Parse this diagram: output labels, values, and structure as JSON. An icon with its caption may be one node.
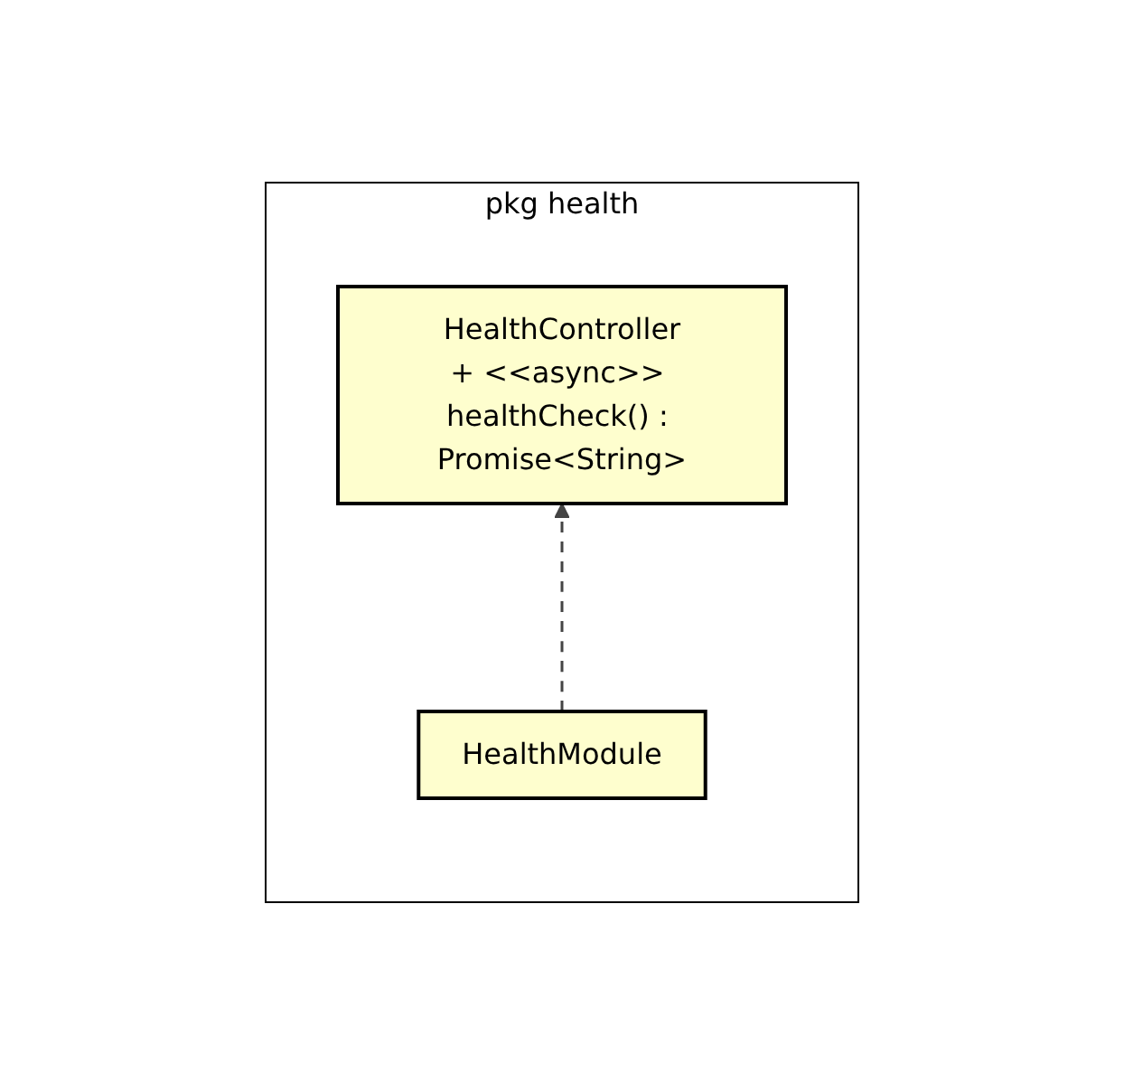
{
  "diagram": {
    "nodes": [
      {
        "text": [
          "pkg health"
        ]
      },
      {
        "text": [
          "HealthController",
          "+ <<async>> healthCheck() : Promise<String>"
        ],
        "in": 0
      },
      {
        "text": [
          "HealthModule"
        ],
        "in": 0
      }
    ],
    "edges": [
      {
        "from": 2,
        "to": 1,
        "arrow": "to",
        "style": "dashed"
      }
    ]
  }
}
